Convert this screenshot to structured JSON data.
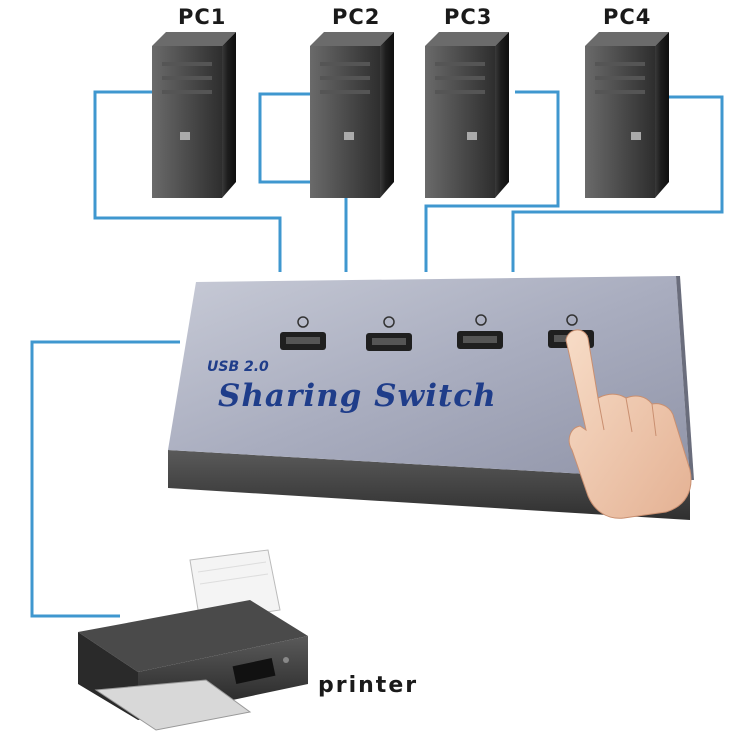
{
  "computers": [
    {
      "label": "PC1"
    },
    {
      "label": "PC2"
    },
    {
      "label": "PC3"
    },
    {
      "label": "PC4"
    }
  ],
  "device": {
    "usb_text": "USB 2.0",
    "title": "Sharing Switch"
  },
  "printer": {
    "label": "printer"
  },
  "colors": {
    "cable": "#3f97cf",
    "switch_top": "#a3a8ba",
    "switch_front": "#444444",
    "title": "#1f3d8a"
  },
  "icons": {
    "pc": "tower-computer-icon",
    "printer": "inkjet-printer-icon",
    "hand": "pointing-hand-icon",
    "port": "usb-port-icon"
  }
}
